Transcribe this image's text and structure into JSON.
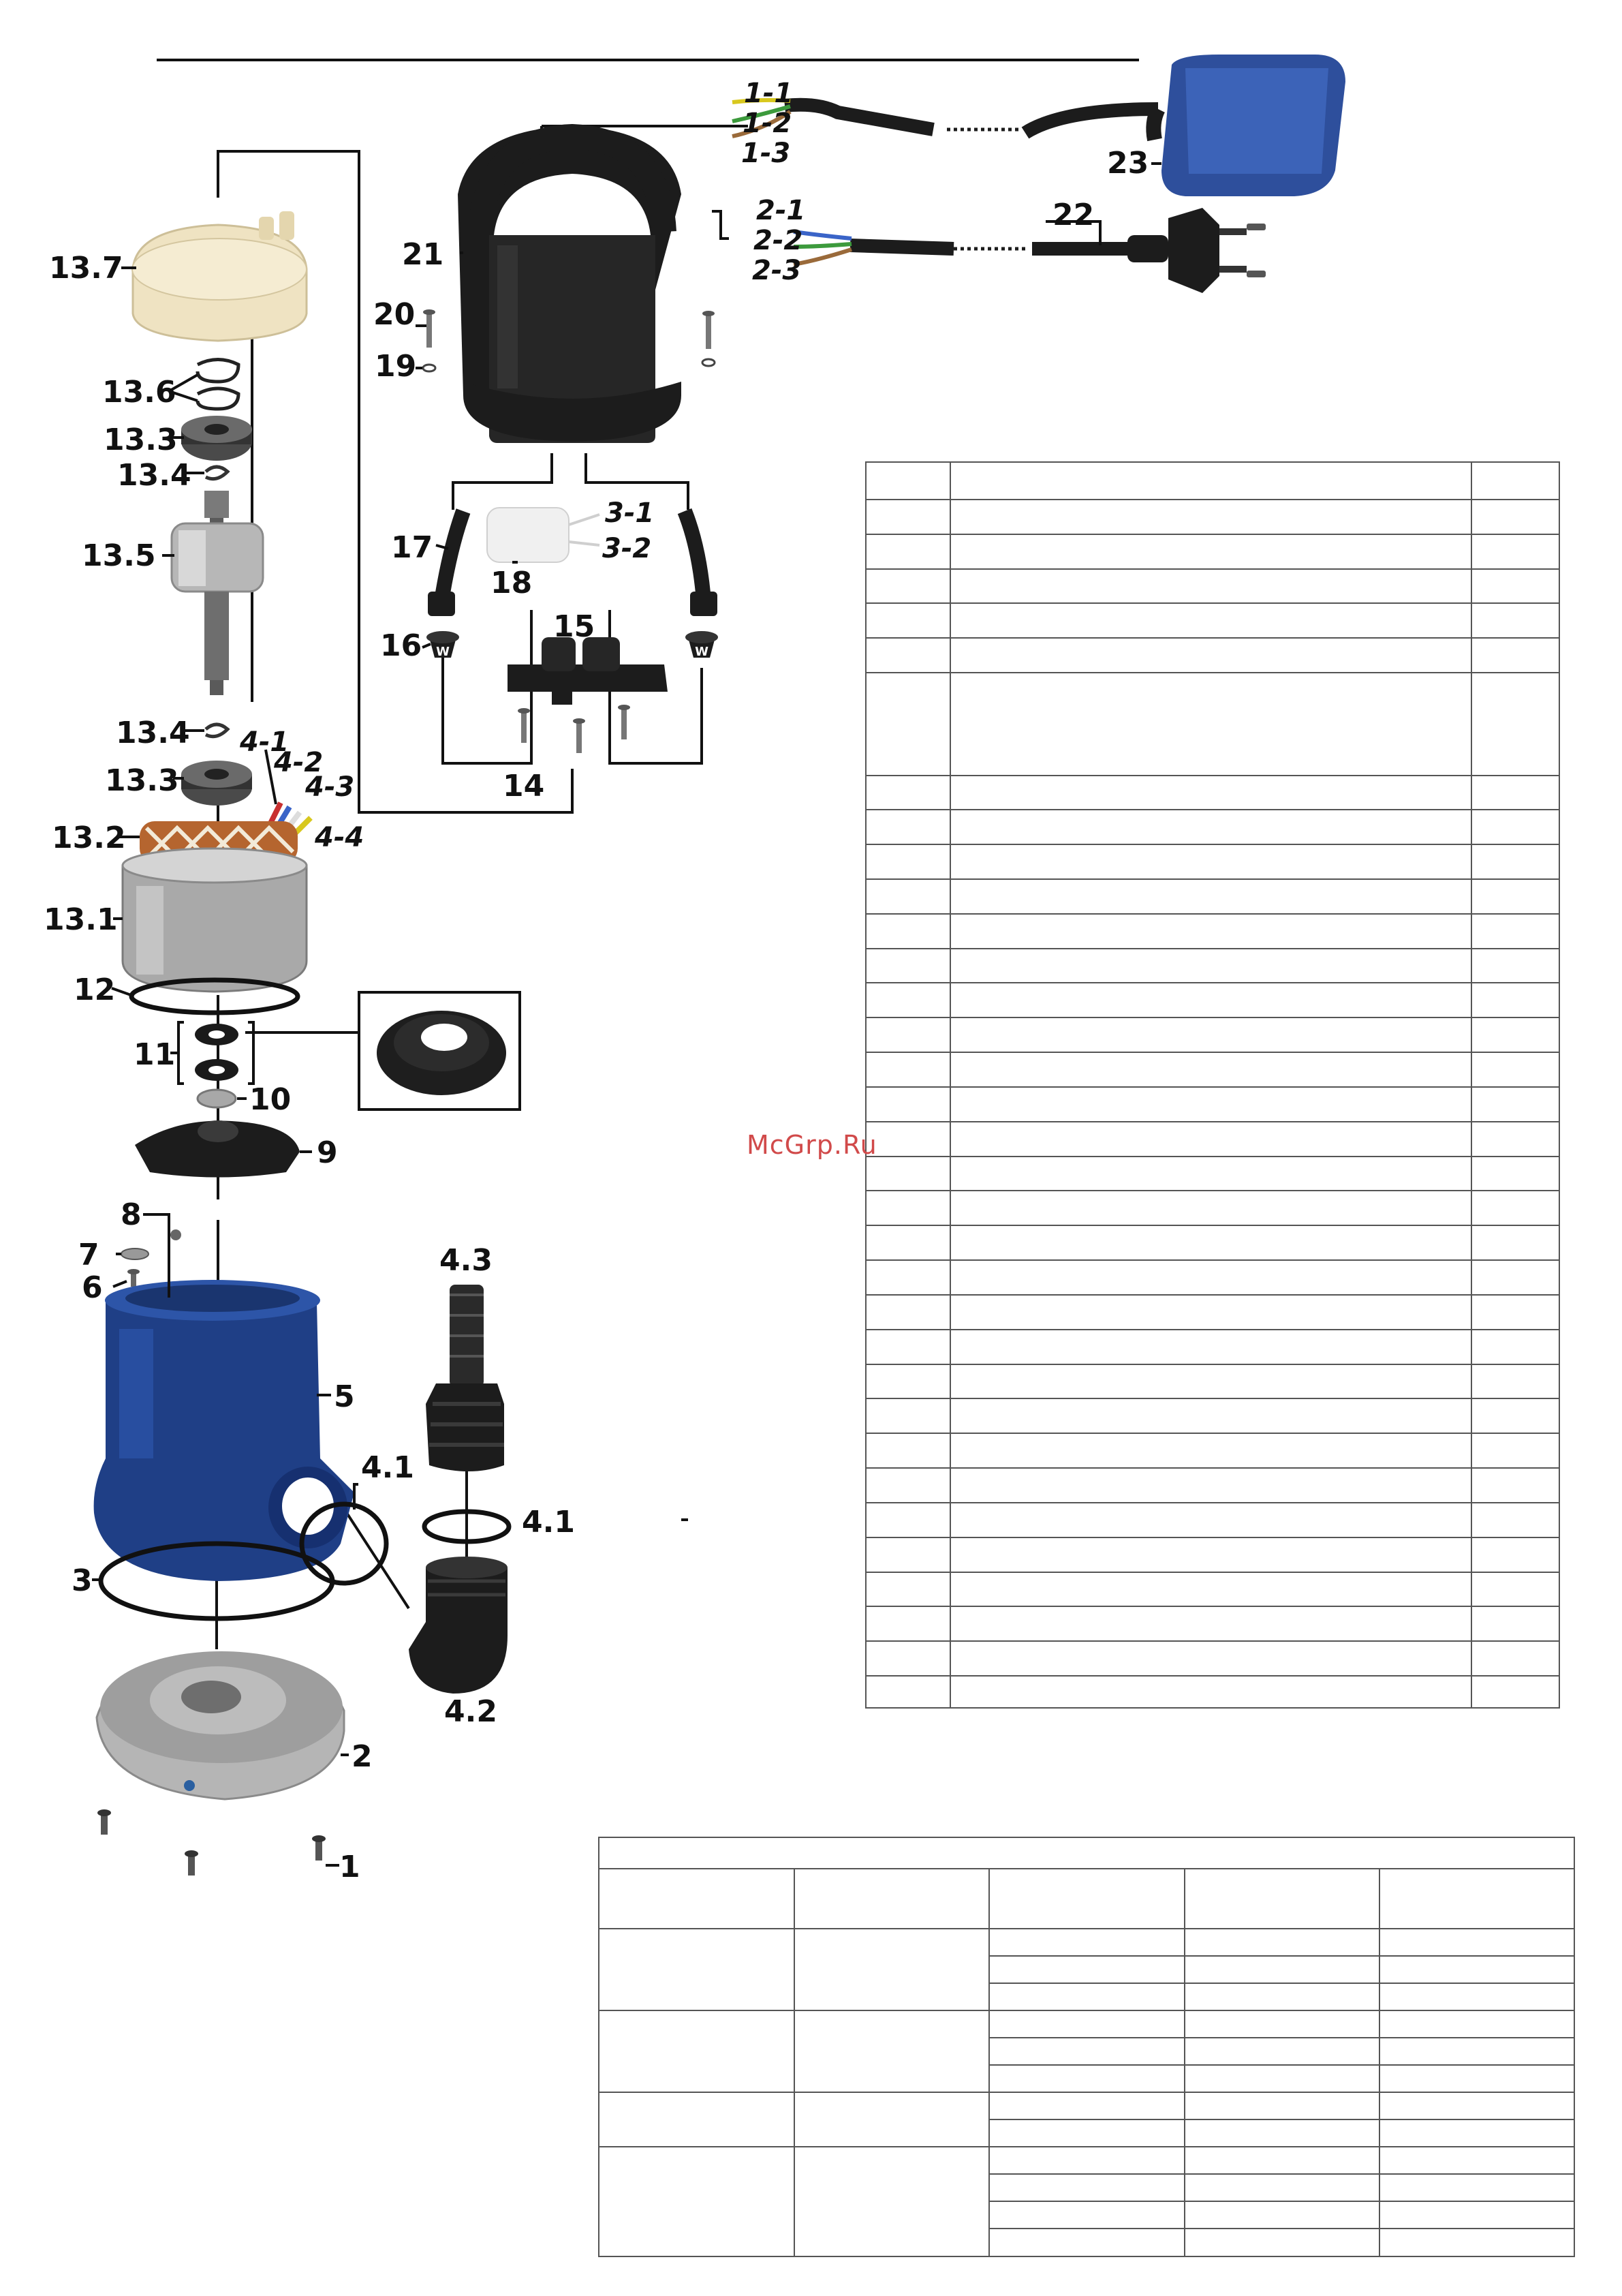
{
  "labels": {
    "l_1_1": "1-1",
    "l_1_2": "1-2",
    "l_1_3": "1-3",
    "l_2_1": "2-1",
    "l_2_2": "2-2",
    "l_2_3": "2-3",
    "l_3_1": "3-1",
    "l_3_2": "3-2",
    "l_4_1i": "4-1",
    "l_4_2i": "4-2",
    "l_4_3i": "4-3",
    "l_4_4i": "4-4",
    "l_1": "1",
    "l_2": "2",
    "l_3": "3",
    "l_4_1": "4.1",
    "l_4_1b": "4.1",
    "l_4_2": "4.2",
    "l_4_3": "4.3",
    "l_5": "5",
    "l_6": "6",
    "l_7": "7",
    "l_8": "8",
    "l_9": "9",
    "l_10": "10",
    "l_11": "11",
    "l_12": "12",
    "l_13_1": "13.1",
    "l_13_2": "13.2",
    "l_13_3a": "13.3",
    "l_13_3b": "13.3",
    "l_13_4a": "13.4",
    "l_13_4b": "13.4",
    "l_13_5": "13.5",
    "l_13_6": "13.6",
    "l_13_7": "13.7",
    "l_14": "14",
    "l_15": "15",
    "l_16": "16",
    "l_17": "17",
    "l_18": "18",
    "l_19": "19",
    "l_20": "20",
    "l_21": "21",
    "l_22": "22",
    "l_23": "23"
  },
  "watermark": "McGrp.Ru",
  "colors": {
    "pump_blue": "#1f3f86",
    "float_blue": "#2e4f9c",
    "black_part": "#1a1a1a",
    "copper": "#b5652f",
    "steel": "#b8b8b8",
    "cream": "#f0e6c8",
    "wire_yellow": "#d8c81e",
    "wire_green": "#3c9a3c",
    "wire_blue": "#3a64c8",
    "wire_brown": "#9a6a3a",
    "wire_red": "#c83030"
  }
}
